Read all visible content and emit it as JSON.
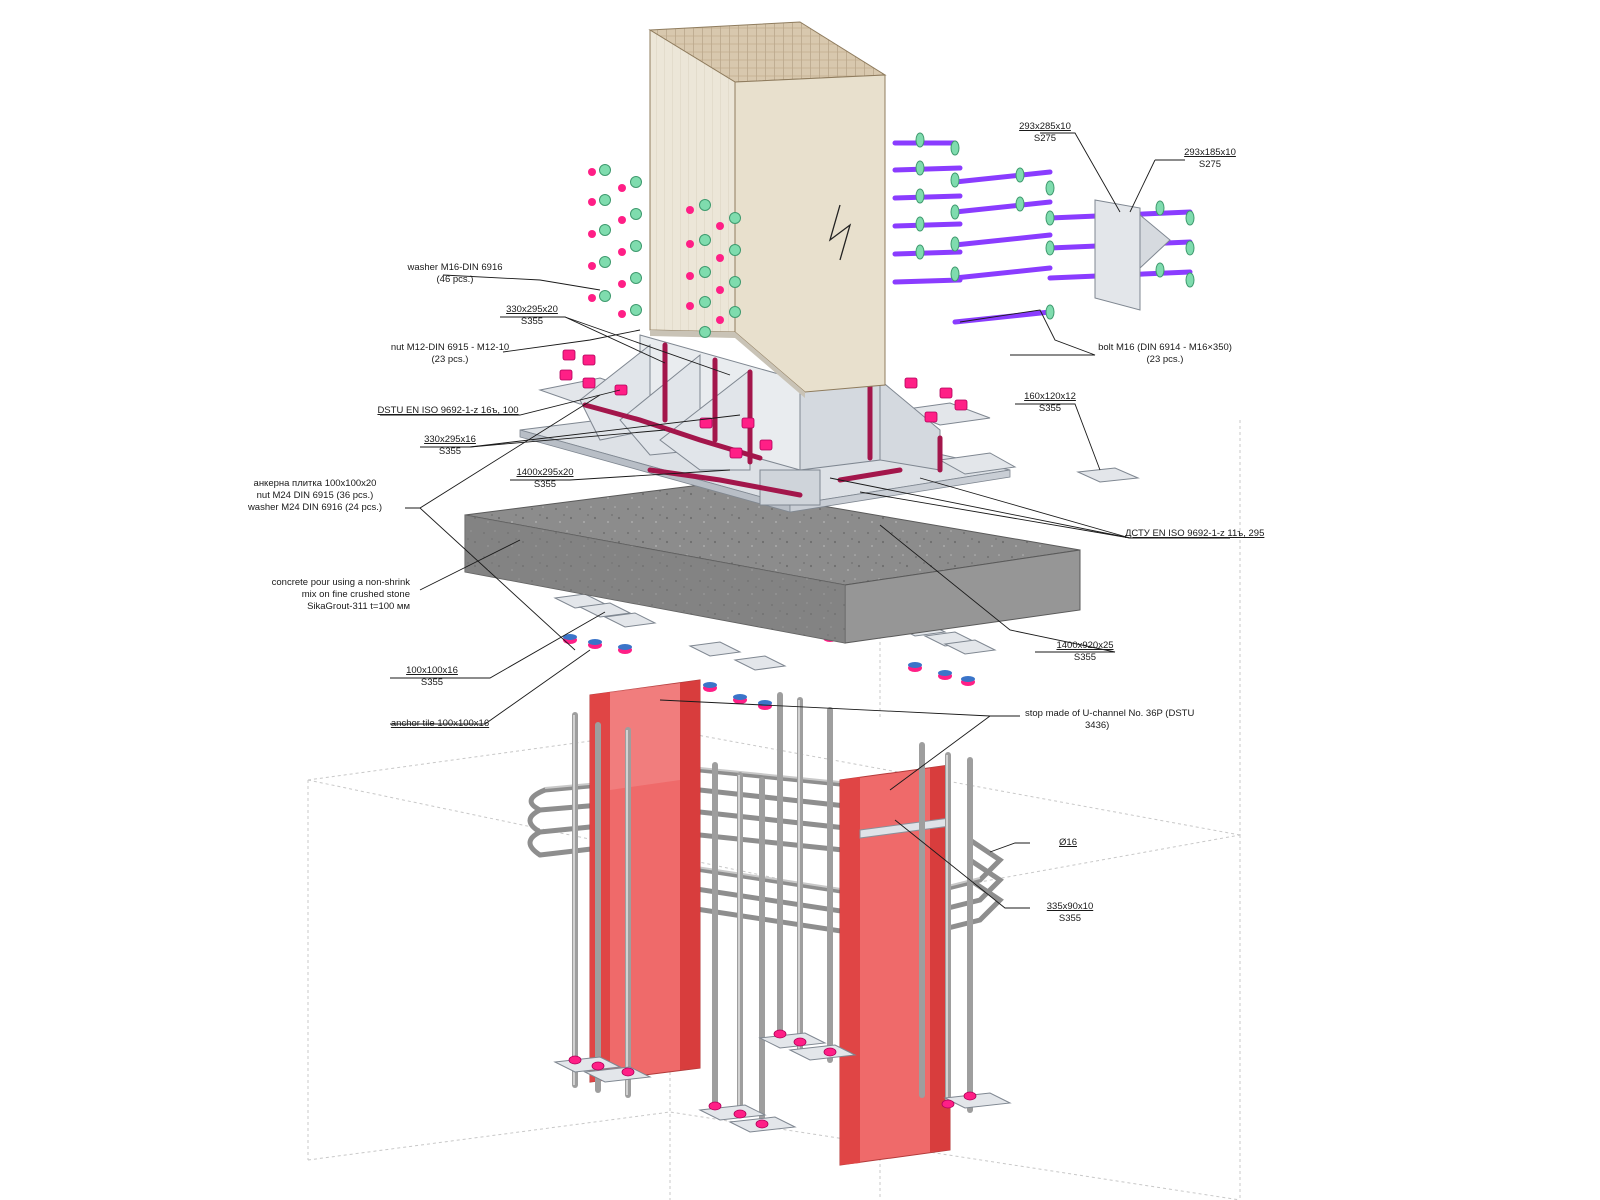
{
  "colors": {
    "column": "#e9e2d2",
    "column_top": "#d9ccb6",
    "steel": "#e3e6ea",
    "steel_edge": "#8a9099",
    "weld": "#a3164b",
    "washer": "#7fdcae",
    "nut": "#ff1f86",
    "bolt": "#8a3cff",
    "concrete": "#8c8c8c",
    "channel": "#ee5b5b",
    "rebar": "#a7a7a7"
  },
  "labels": {
    "plate_293x285": {
      "size": "293x285x10",
      "grade": "S275"
    },
    "plate_293x185": {
      "size": "293x185x10",
      "grade": "S275"
    },
    "washer_m16": {
      "line1": "washer M16-DIN 6916",
      "line2": "(46 pcs.)"
    },
    "plate_330x295x20": {
      "size": "330x295x20",
      "grade": "S355"
    },
    "nut_m12": {
      "line1": "nut M12-DIN 6915 - M12-10",
      "line2": "(23 pcs.)"
    },
    "bolt_m16": {
      "line1": "bolt M16 (DIN 6914 - M16×350)",
      "line2": "(23 pcs.)"
    },
    "weld_dstu_100": {
      "text": "DSTU EN ISO 9692-1-z 16ъ, 100"
    },
    "plate_160x120x12": {
      "size": "160x120x12",
      "grade": "S355"
    },
    "plate_330x295x16": {
      "size": "330x295x16",
      "grade": "S355"
    },
    "anchor_group": {
      "line1": "анкерна плитка 100x100x20",
      "line2": "nut M24 DIN 6915 (36 pcs.)",
      "line3": "washer  M24 DIN 6916 (24 pcs.)"
    },
    "plate_1400x295x20": {
      "size": "1400x295x20",
      "grade": "S355"
    },
    "weld_dstu_295": {
      "text": "ДСТУ EN ISO 9692-1-z 11ъ, 295"
    },
    "concrete_pour": {
      "line1": "concrete pour using a non-shrink",
      "line2": "mix on fine crushed stone",
      "line3": "SikaGrout-311 t=100 мм"
    },
    "plate_1400x920x25": {
      "size": "1400x920x25",
      "grade": "S355"
    },
    "plate_100x100x16": {
      "size": "100x100x16",
      "grade": "S355"
    },
    "anchor_tile": {
      "text": "anchor tile 100x100x16"
    },
    "stop_channel": {
      "line1": "stop made of U-channel No. 36P (DSTU",
      "line2": "3436)"
    },
    "rebar_d16": {
      "text": "Ø16"
    },
    "plate_335x90x10": {
      "size": "335x90x10",
      "grade": "S355"
    }
  }
}
